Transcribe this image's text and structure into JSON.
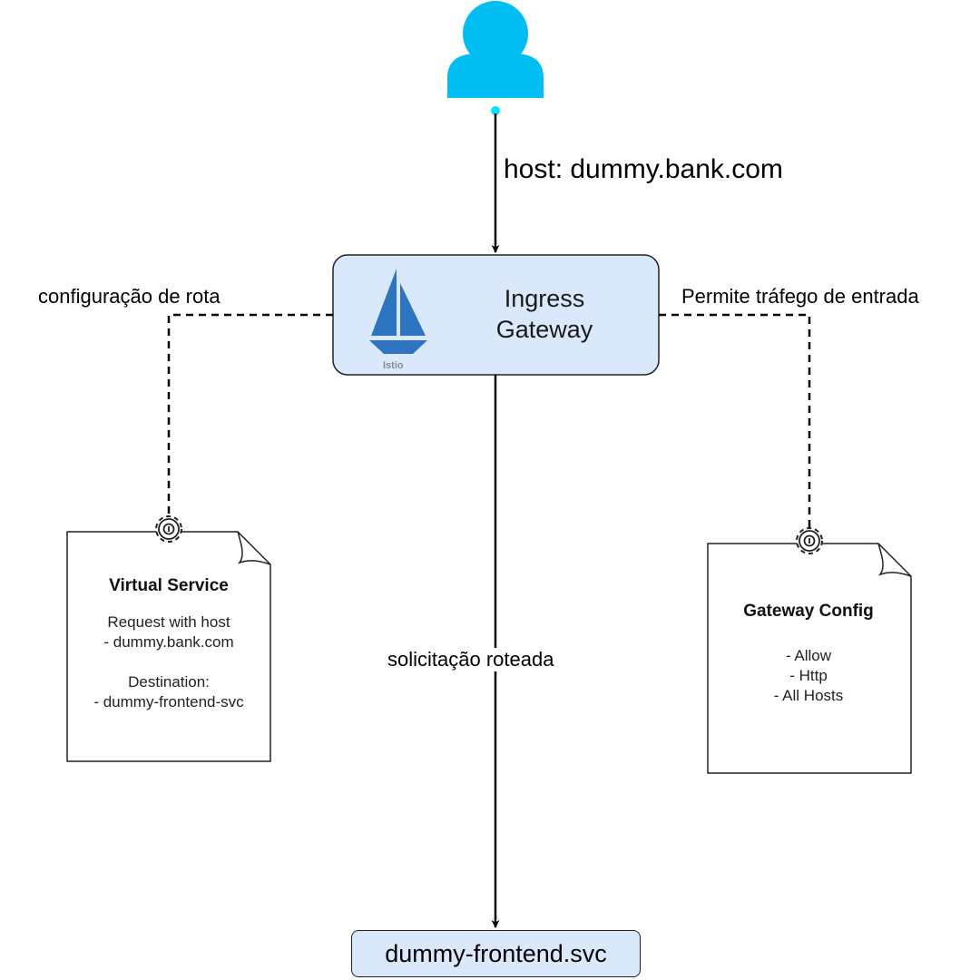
{
  "user": {
    "icon": "user-icon",
    "color": "#00bef2"
  },
  "request_edge": {
    "label": "host: dummy.bank.com"
  },
  "gateway": {
    "title_line1": "Ingress",
    "title_line2": "Gateway",
    "logo_text": "Istio",
    "fill": "#dae8fc",
    "logo_color": "#2f74c0"
  },
  "left_edge": {
    "label": "configuração de rota"
  },
  "right_edge": {
    "label": "Permite tráfego de entrada"
  },
  "routed_edge": {
    "label": "solicitação roteada"
  },
  "virtual_service": {
    "title": "Virtual Service",
    "line1": "Request with host",
    "line2": "- dummy.bank.com",
    "line3": "Destination:",
    "line4": "- dummy-frontend-svc",
    "icon": "gear-icon"
  },
  "gateway_config": {
    "title": "Gateway Config",
    "line1": "- Allow",
    "line2": "- Http",
    "line3": "- All Hosts",
    "icon": "gear-icon"
  },
  "service": {
    "label": "dummy-frontend.svc",
    "fill": "#dae8fc"
  }
}
